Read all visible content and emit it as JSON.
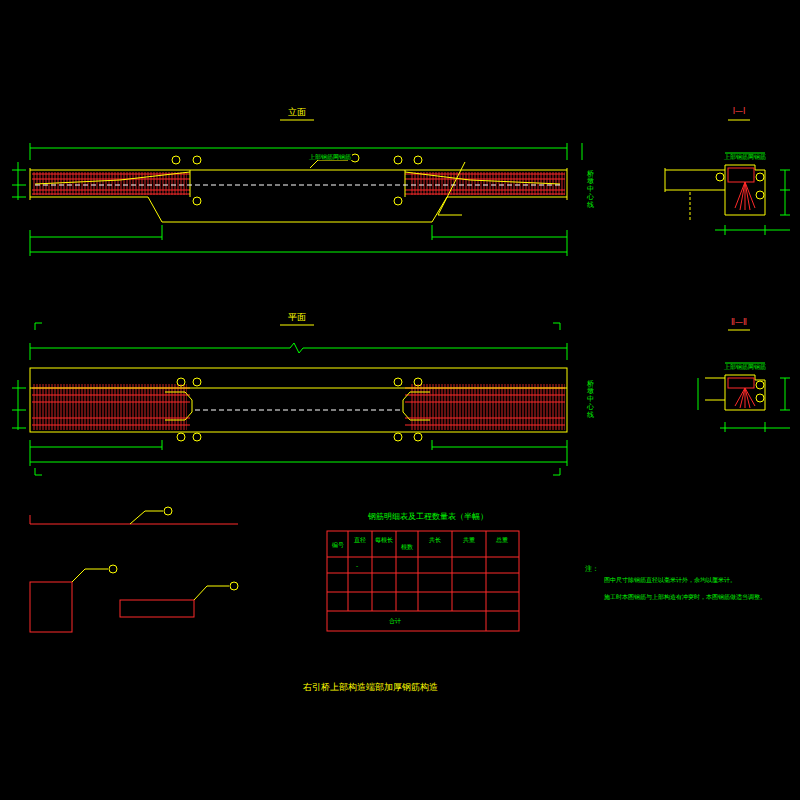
{
  "diagram": {
    "title": "右引桥上部构造端部加厚钢筋构造",
    "labels": [
      "立面",
      "Ⅰ—Ⅰ",
      "上部钢筋网钢筋",
      "桥墩中心线",
      "上部钢筋网钢筋",
      "平面",
      "Ⅱ—Ⅱ",
      "桥墩中心线",
      "上部钢筋网钢筋",
      "钢筋明细表及工程数量表（半幅）",
      "编号",
      "直径",
      "每根长",
      "根数",
      "共长",
      "共重",
      "总重",
      "-",
      "合计",
      "注：",
      "图中尺寸除钢筋直径以毫米计外，余均以厘米计。",
      "施工时本图钢筋与上部构造有冲突时，本图钢筋做适当调整。"
    ]
  }
}
